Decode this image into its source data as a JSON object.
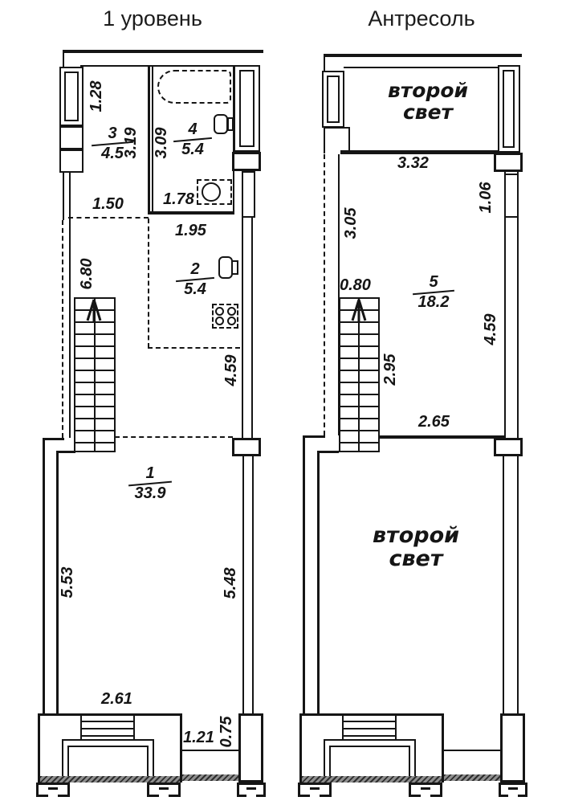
{
  "left_plan": {
    "title": "1 уровень",
    "rooms": {
      "r1": {
        "num": "1",
        "area": "33.9"
      },
      "r2": {
        "num": "2",
        "area": "5.4"
      },
      "r3": {
        "num": "3",
        "area": "4.5"
      },
      "r4": {
        "num": "4",
        "area": "5.4"
      }
    },
    "dims": {
      "window": "1.28",
      "room3_width": "3.19",
      "room4_width": "3.09",
      "room3_bottom": "1.50",
      "bath_bottom": "1.78",
      "kitchen_width": "1.95",
      "stairs_height": "6.80",
      "kitchen_height": "4.59",
      "room1_left": "5.53",
      "room1_right": "5.48",
      "bay_width": "2.61",
      "balcony_width": "1.21",
      "balcony_depth": "0.75"
    }
  },
  "right_plan": {
    "title": "Антресоль",
    "labels": {
      "void_top": "второй свет",
      "void_bottom": "второй свет"
    },
    "rooms": {
      "r5": {
        "num": "5",
        "area": "18.2"
      }
    },
    "dims": {
      "void_width": "3.32",
      "right_window": "1.06",
      "left_height": "3.05",
      "stairs_width": "0.80",
      "stairs_height": "2.95",
      "room5_height": "4.59",
      "room5_bottom": "2.65"
    }
  },
  "icons": {
    "stairs_arrow": "↑",
    "colors": {
      "line": "#151515",
      "sill_hatch": "#2e2e2e"
    }
  }
}
